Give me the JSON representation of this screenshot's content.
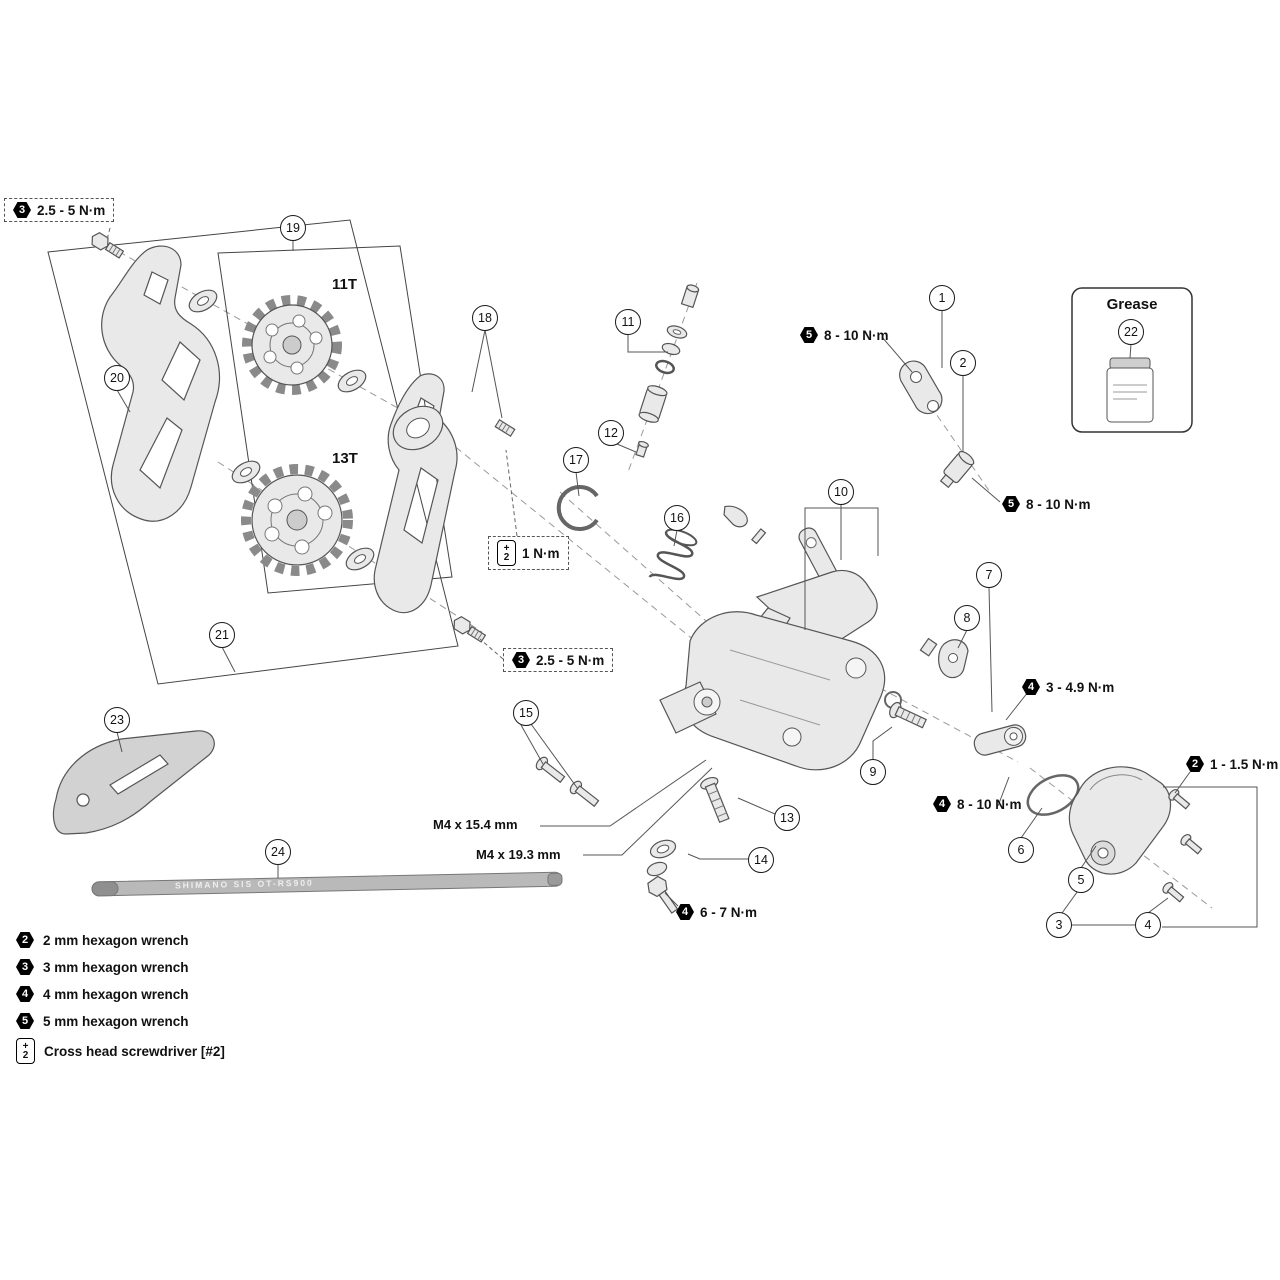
{
  "callouts": {
    "n1": "1",
    "n2": "2",
    "n3": "3",
    "n4": "4",
    "n5": "5",
    "n6": "6",
    "n7": "7",
    "n8": "8",
    "n9": "9",
    "n10": "10",
    "n11": "11",
    "n12": "12",
    "n13": "13",
    "n14": "14",
    "n15": "15",
    "n16": "16",
    "n17": "17",
    "n18": "18",
    "n19": "19",
    "n20": "20",
    "n21": "21",
    "n22": "22",
    "n23": "23",
    "n24": "24"
  },
  "torque": {
    "t1": {
      "badge": "3",
      "text": "2.5 - 5 N·m"
    },
    "t2": {
      "badge": "5",
      "text": "8 - 10 N·m"
    },
    "t3": {
      "badge": "5",
      "text": "8 - 10 N·m"
    },
    "t4": {
      "symbol": "+",
      "number": "2",
      "text": "1 N·m"
    },
    "t5": {
      "badge": "3",
      "text": "2.5 - 5 N·m"
    },
    "t6": {
      "badge": "4",
      "text": "3 - 4.9 N·m"
    },
    "t7": {
      "badge": "4",
      "text": "8 - 10 N·m"
    },
    "t8": {
      "badge": "2",
      "text": "1 - 1.5 N·m"
    },
    "t9": {
      "badge": "4",
      "text": "6 - 7 N·m"
    }
  },
  "labels": {
    "pulley_top": "11T",
    "pulley_bottom": "13T",
    "grease": "Grease",
    "m4_short": "M4 x 15.4 mm",
    "m4_long": "M4 x 19.3 mm",
    "cable_print": "SHIMANO SIS OT-RS900"
  },
  "legend": {
    "items": [
      {
        "badge": "2",
        "label": "2 mm hexagon wrench"
      },
      {
        "badge": "3",
        "label": "3 mm hexagon wrench"
      },
      {
        "badge": "4",
        "label": "4 mm hexagon wrench"
      },
      {
        "badge": "5",
        "label": "5 mm hexagon wrench"
      }
    ],
    "screwdriver": {
      "symbol": "+",
      "number": "2",
      "label": "Cross head screwdriver [#2]"
    }
  }
}
